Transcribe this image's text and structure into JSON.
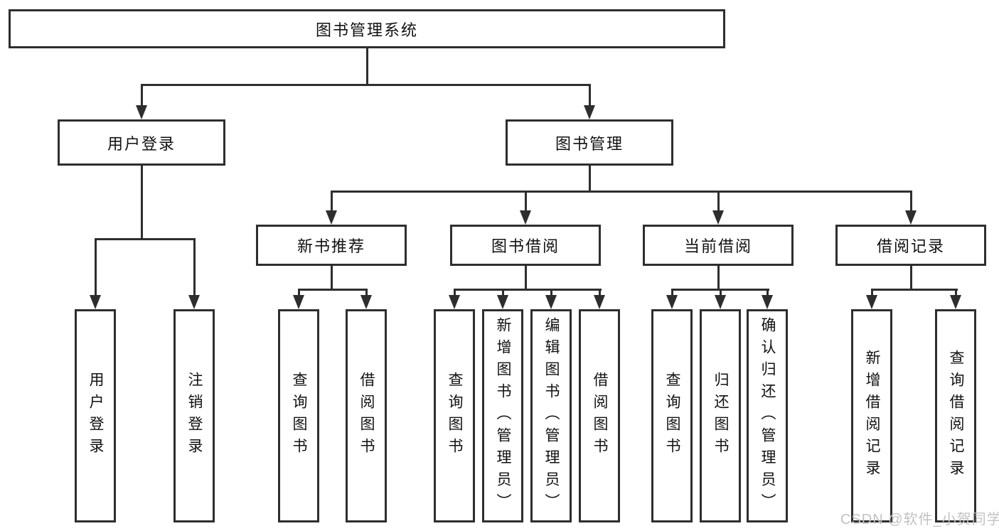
{
  "diagram": {
    "title": "图书管理系统",
    "type": "hierarchy-tree",
    "tree": {
      "label": "图书管理系统",
      "children": [
        {
          "label": "用户登录",
          "children": [
            {
              "label": "用户登录"
            },
            {
              "label": "注销登录"
            }
          ]
        },
        {
          "label": "图书管理",
          "children": [
            {
              "label": "新书推荐",
              "children": [
                {
                  "label": "查询图书"
                },
                {
                  "label": "借阅图书"
                }
              ]
            },
            {
              "label": "图书借阅",
              "children": [
                {
                  "label": "查询图书"
                },
                {
                  "label": "新增图书（管理员）"
                },
                {
                  "label": "编辑图书（管理员）"
                },
                {
                  "label": "借阅图书"
                }
              ]
            },
            {
              "label": "当前借阅",
              "children": [
                {
                  "label": "查询图书"
                },
                {
                  "label": "归还图书"
                },
                {
                  "label": "确认归还（管理员）"
                }
              ]
            },
            {
              "label": "借阅记录",
              "children": [
                {
                  "label": "新增借阅记录"
                },
                {
                  "label": "查询借阅记录"
                }
              ]
            }
          ]
        }
      ]
    }
  },
  "watermark": {
    "text": "CSDN @软件_小贺同学",
    "color": "#c2c2c2"
  },
  "colors": {
    "line": "#2e2e2e",
    "text": "#111111",
    "background": "#ffffff"
  }
}
